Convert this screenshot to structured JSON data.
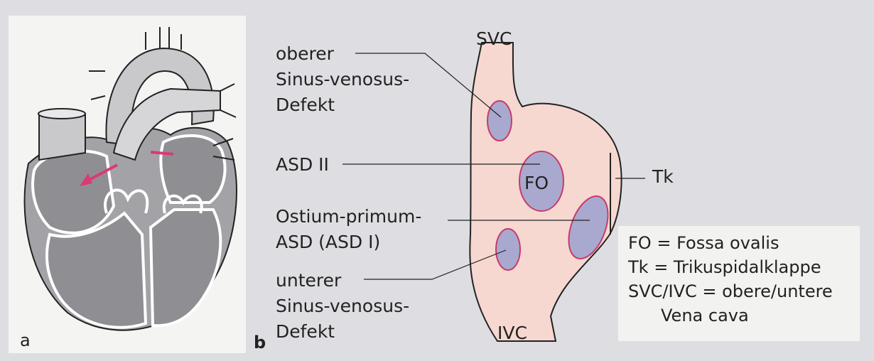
{
  "panel_a": {
    "letter": "a"
  },
  "panel_b": {
    "letter": "b",
    "vessels": {
      "top": "SVC",
      "bottom": "IVC"
    },
    "fossa_label": "FO",
    "valve_label": "Tk",
    "defect_labels": {
      "upper_sinus": [
        "oberer",
        "Sinus-venosus-",
        "Defekt"
      ],
      "asd2": [
        "ASD II"
      ],
      "primum": [
        "Ostium-primum-",
        "ASD (ASD I)"
      ],
      "lower_sinus": [
        "unterer",
        "Sinus-venosus-",
        "Defekt"
      ]
    },
    "legend": [
      "FO = Fossa ovalis",
      "Tk  = Trikuspidalklappe",
      "SVC/IVC = obere/untere",
      "Vena cava"
    ]
  },
  "colors": {
    "background": "#dedee2",
    "panel_a_bg": "#f4f4f2",
    "atrium_fill": "#f6d8d0",
    "defect_fill": "#a9a9cf",
    "defect_stroke": "#c73a6a",
    "arrow": "#d93a78",
    "tissue_gray": "#a3a3a7"
  }
}
